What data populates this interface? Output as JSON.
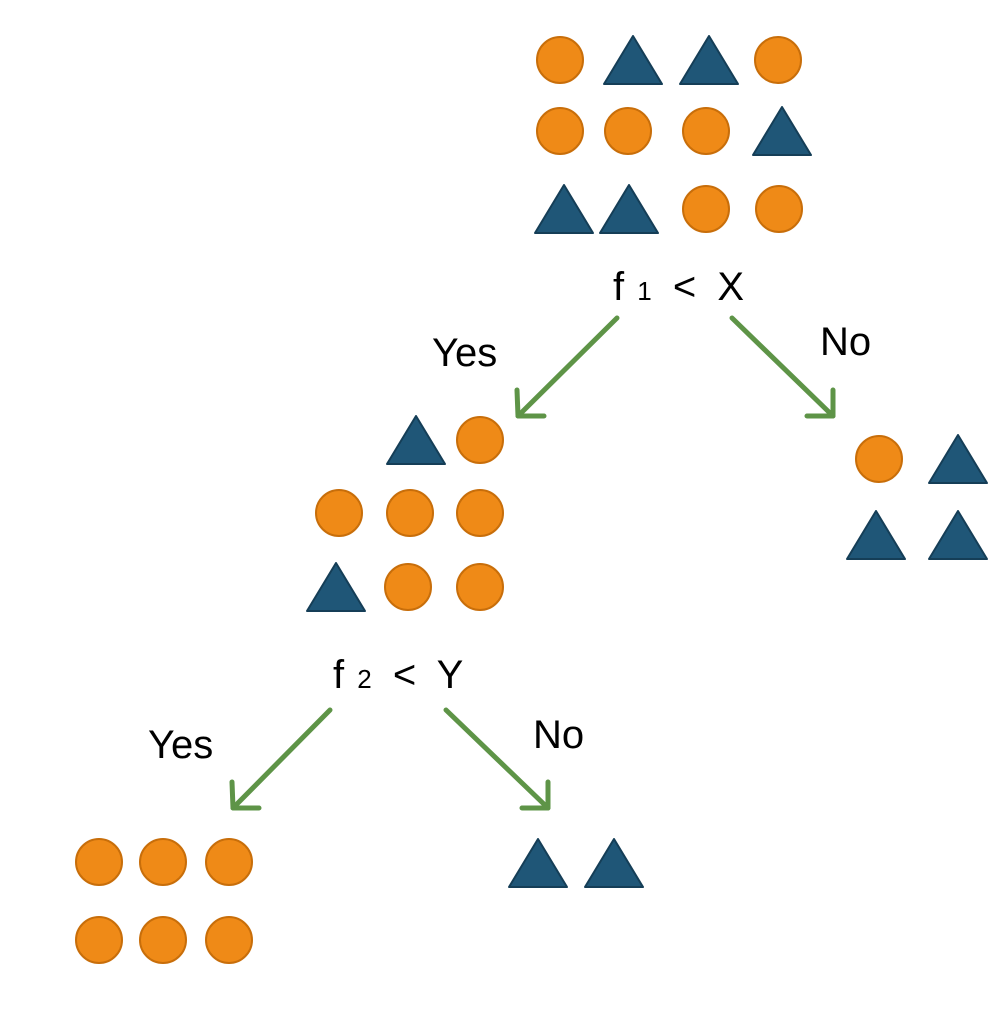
{
  "colors": {
    "circle_fill": "#EF8A17",
    "circle_stroke": "#C86E0A",
    "triangle_fill": "#1F5677",
    "triangle_stroke": "#153E57",
    "arrow": "#5E9447",
    "text": "#000000"
  },
  "splits": [
    {
      "feature": "f",
      "index": "1",
      "op": "<",
      "threshold": "X"
    },
    {
      "feature": "f",
      "index": "2",
      "op": "<",
      "threshold": "Y"
    }
  ],
  "branch_labels": {
    "split1_yes": "Yes",
    "split1_no": "No",
    "split2_yes": "Yes",
    "split2_no": "No"
  },
  "nodes": {
    "root": {
      "rows": [
        [
          "circle",
          "triangle",
          "triangle",
          "circle"
        ],
        [
          "circle",
          "circle",
          "circle",
          "triangle"
        ],
        [
          "triangle",
          "triangle",
          "circle",
          "circle"
        ]
      ]
    },
    "split1_yes": {
      "rows": [
        [
          "triangle",
          "circle"
        ],
        [
          "circle",
          "circle",
          "circle"
        ],
        [
          "triangle",
          "circle",
          "circle"
        ]
      ]
    },
    "split1_no": {
      "rows": [
        [
          "circle",
          "triangle"
        ],
        [
          "triangle",
          "triangle"
        ]
      ]
    },
    "split2_yes": {
      "rows": [
        [
          "circle",
          "circle",
          "circle"
        ],
        [
          "circle",
          "circle",
          "circle"
        ]
      ]
    },
    "split2_no": {
      "rows": [
        [
          "triangle",
          "triangle"
        ]
      ]
    }
  }
}
